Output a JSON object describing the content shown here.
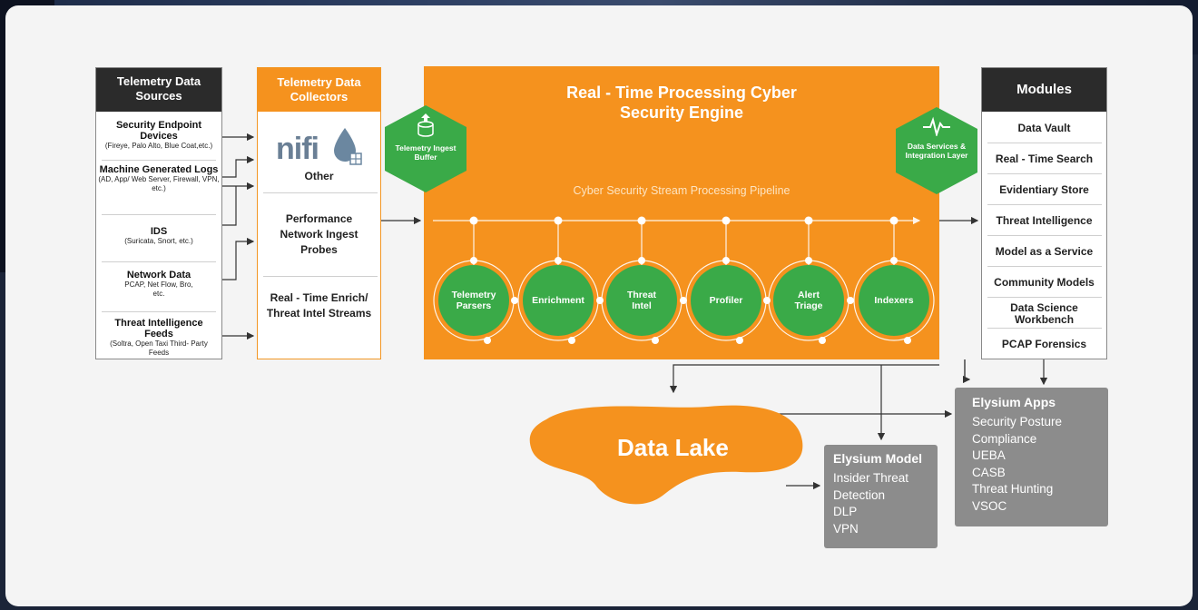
{
  "sources": {
    "heading": "Telemetry Data Sources",
    "items": [
      {
        "title": "Security Endpoint Devices",
        "detail": "(Fireye, Palo Alto, Blue Coat,etc.)"
      },
      {
        "title": "Machine Generated Logs",
        "detail": "(AD, App/ Web Server, Firewall, VPN, etc.)"
      },
      {
        "title": "IDS",
        "detail": "(Suricata, Snort, etc.)"
      },
      {
        "title": "Network Data",
        "detail": "PCAP, Net Flow, Bro, etc."
      },
      {
        "title": "Threat Intelligence Feeds",
        "detail": "(Soltra, Open Taxi Third- Party Feeds"
      }
    ]
  },
  "collectors": {
    "heading": "Telemetry Data Collectors",
    "logo_text": "nifi",
    "items": [
      "Other",
      "Performance Network Ingest Probes",
      "Real - Time Enrich/ Threat Intel Streams"
    ]
  },
  "ingest_buffer": {
    "label": "Telemetry Ingest Buffer",
    "icon": "upload-database-icon"
  },
  "engine": {
    "title_line1": "Real - Time Processing Cyber",
    "title_line2": "Security Engine",
    "pipeline_label": "Cyber Security Stream Processing Pipeline",
    "stages": [
      "Telemetry Parsers",
      "Enrichment",
      "Threat Intel",
      "Profiler",
      "Alert Triage",
      "Indexers"
    ]
  },
  "integration_layer": {
    "label": "Data Services & Integration Layer",
    "icon": "pulse-icon"
  },
  "modules": {
    "heading": "Modules",
    "items": [
      "Data Vault",
      "Real - Time Search",
      "Evidentiary Store",
      "Threat Intelligence",
      "Model as a Service",
      "Community Models",
      "Data Science Workbench",
      "PCAP Forensics"
    ]
  },
  "data_lake": {
    "label": "Data Lake"
  },
  "elysium_model": {
    "heading": "Elysium Model",
    "items": [
      "Insider Threat",
      "Detection",
      "DLP",
      "VPN"
    ]
  },
  "elysium_apps": {
    "heading": "Elysium Apps",
    "items": [
      "Security Posture",
      "Compliance",
      "UEBA",
      "CASB",
      "Threat Hunting",
      "VSOC"
    ]
  },
  "colors": {
    "orange": "#f5921e",
    "green": "#3aaa48",
    "dark": "#2b2b2b",
    "grey": "#8c8c8c"
  }
}
